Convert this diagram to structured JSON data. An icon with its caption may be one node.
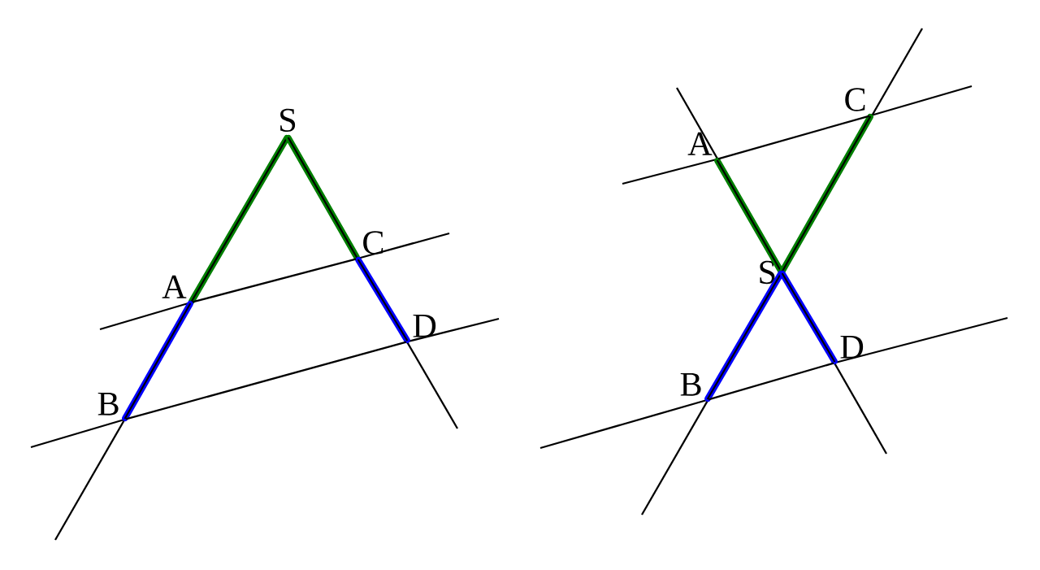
{
  "diagram": {
    "nodes": [
      {
        "text": [
          "S"
        ]
      },
      {
        "text": [
          "A"
        ]
      },
      {
        "text": [
          "C"
        ]
      },
      {
        "text": [
          "B"
        ]
      },
      {
        "text": [
          "D"
        ]
      },
      {
        "text": [
          "A"
        ]
      },
      {
        "text": [
          "C"
        ]
      },
      {
        "text": [
          "S"
        ]
      },
      {
        "text": [
          "B"
        ]
      },
      {
        "text": [
          "D"
        ]
      }
    ],
    "edges": [
      {
        "from": 0,
        "to": 1,
        "arrow": "none",
        "color": "#007f00"
      },
      {
        "from": 0,
        "to": 2,
        "arrow": "none",
        "color": "#007f00"
      },
      {
        "from": 1,
        "to": 3,
        "arrow": "none",
        "color": "#0000ff"
      },
      {
        "from": 2,
        "to": 4,
        "arrow": "none",
        "color": "#0000ff"
      },
      {
        "from": 1,
        "to": 2,
        "arrow": "none",
        "color": "#000000"
      },
      {
        "from": 3,
        "to": 4,
        "arrow": "none",
        "color": "#000000"
      },
      {
        "from": 7,
        "to": 5,
        "arrow": "none",
        "color": "#007f00"
      },
      {
        "from": 7,
        "to": 6,
        "arrow": "none",
        "color": "#007f00"
      },
      {
        "from": 7,
        "to": 8,
        "arrow": "none",
        "color": "#0000ff"
      },
      {
        "from": 7,
        "to": 9,
        "arrow": "none",
        "color": "#0000ff"
      },
      {
        "from": 5,
        "to": 6,
        "arrow": "none",
        "color": "#000000"
      },
      {
        "from": 8,
        "to": 9,
        "arrow": "none",
        "color": "#000000"
      }
    ]
  }
}
